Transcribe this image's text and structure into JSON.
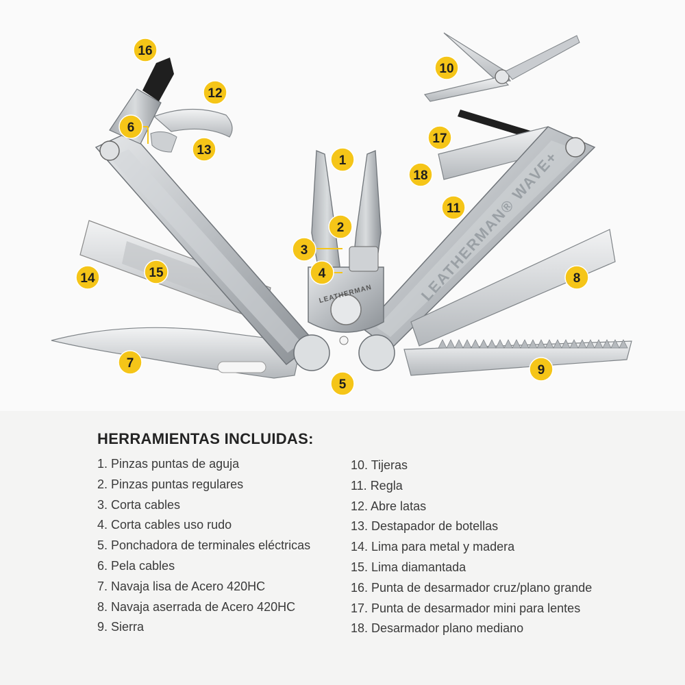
{
  "heading": "HERRAMIENTAS INCLUIDAS:",
  "brand_engravings": [
    "LEATHERMAN",
    "LEATHERMAN® WAVE+"
  ],
  "badge_color": "#f5c518",
  "tools_left": [
    "1. Pinzas puntas de aguja",
    "2. Pinzas puntas regulares",
    "3. Corta cables",
    "4. Corta cables uso rudo",
    "5. Ponchadora de terminales eléctricas",
    "6. Pela cables",
    "7. Navaja lisa de Acero 420HC",
    "8. Navaja aserrada de Acero 420HC",
    "9. Sierra"
  ],
  "tools_right": [
    "10. Tijeras",
    "11. Regla",
    "12. Abre latas",
    "13. Destapador de botellas",
    "14. Lima para metal y madera",
    "15. Lima diamantada",
    "16. Punta de desarmador cruz/plano grande",
    "17. Punta de desarmador mini para lentes",
    "18. Desarmador plano mediano"
  ],
  "callouts": [
    "1",
    "2",
    "3",
    "4",
    "5",
    "6",
    "7",
    "8",
    "9",
    "10",
    "11",
    "12",
    "13",
    "14",
    "15",
    "16",
    "17",
    "18"
  ]
}
